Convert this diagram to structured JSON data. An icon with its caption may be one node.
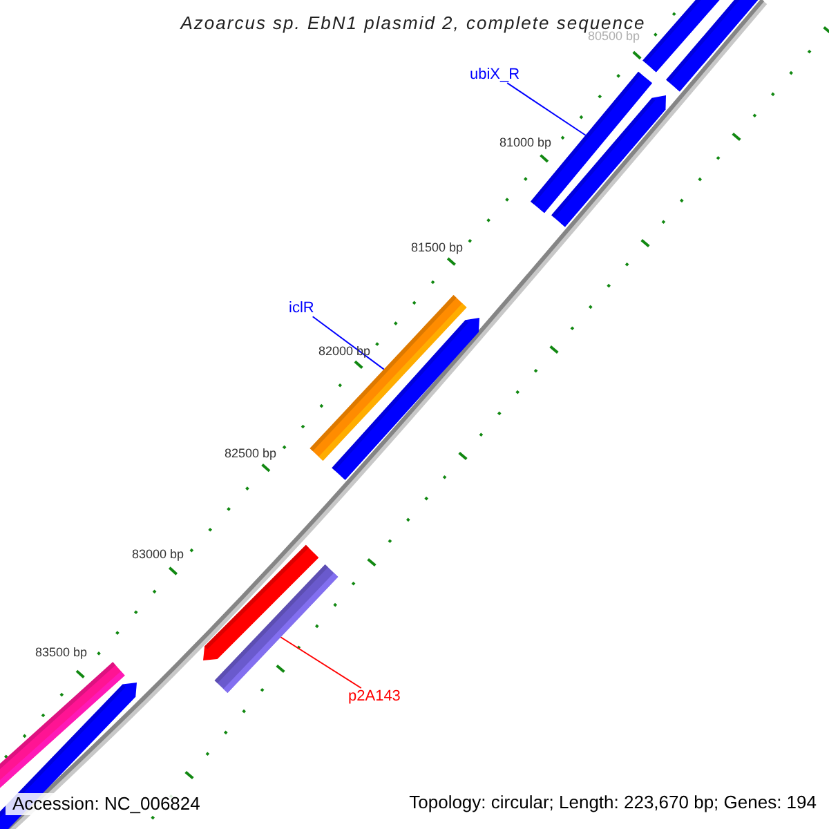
{
  "diagram": {
    "title": "Azoarcus sp. EbN1 plasmid 2, complete sequence",
    "nodes": [
      {
        "text": [
          "ubiX_R"
        ]
      },
      {
        "text": [],
        "shape": "bar"
      },
      {
        "text": [
          "iclR"
        ]
      },
      {
        "text": [],
        "shape": "bar"
      },
      {
        "text": [],
        "shape": "bar"
      },
      {
        "text": [
          "p2A143"
        ]
      }
    ],
    "edges": [
      {
        "from": 0,
        "to": 1,
        "arrow": "none"
      },
      {
        "from": 2,
        "to": 3,
        "arrow": "none"
      },
      {
        "from": 5,
        "to": 4,
        "arrow": "none",
        "color": "#ff0000"
      }
    ],
    "labels": [
      "80500 bp",
      "81000 bp",
      "81500 bp",
      "82000 bp",
      "82500 bp",
      "83000 bp",
      "83500 bp",
      "Accession: NC_006824",
      "Topology: circular; Length: 223,670 bp; Genes: 194"
    ]
  }
}
